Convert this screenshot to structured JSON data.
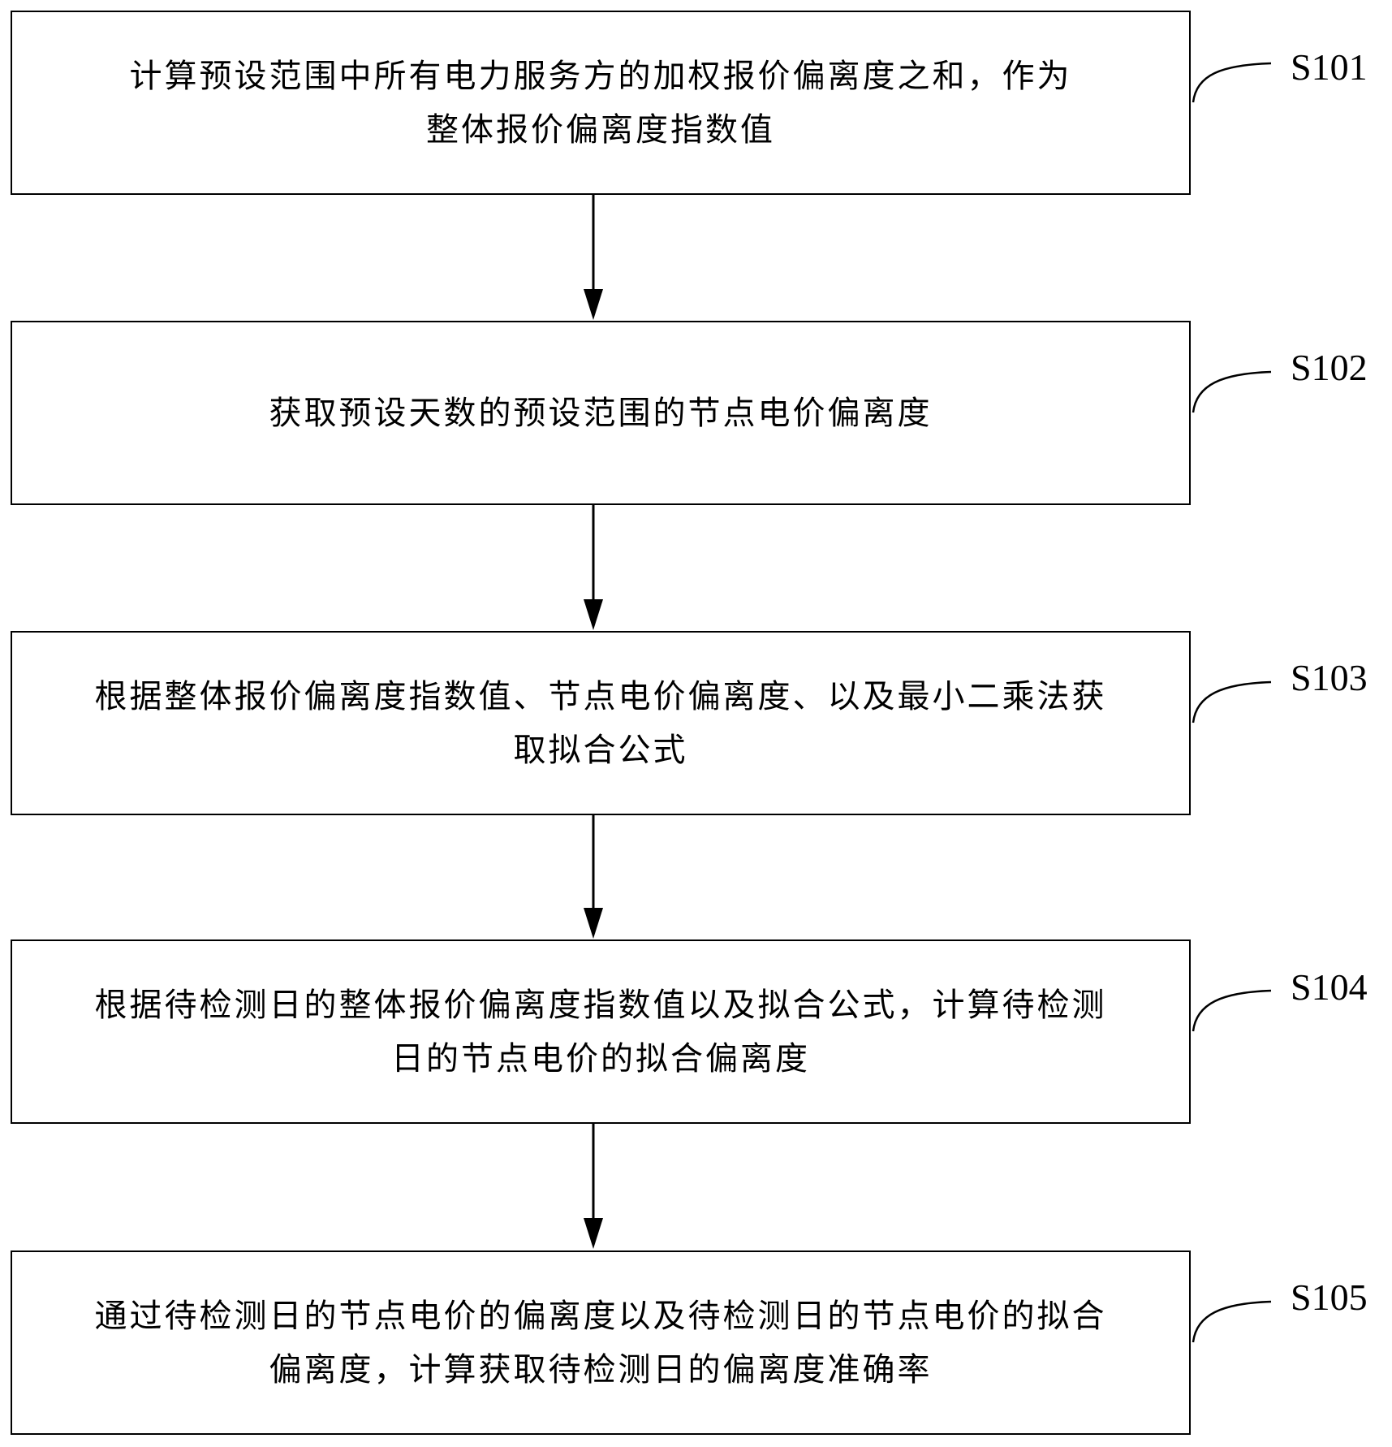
{
  "diagram": {
    "steps": [
      {
        "id": "S101",
        "label": "S101",
        "text": "计算预设范围中所有电力服务方的加权报价偏离度之和，作为\n整体报价偏离度指数值"
      },
      {
        "id": "S102",
        "label": "S102",
        "text": "获取预设天数的预设范围的节点电价偏离度"
      },
      {
        "id": "S103",
        "label": "S103",
        "text": "根据整体报价偏离度指数值、节点电价偏离度、以及最小二乘法获\n取拟合公式"
      },
      {
        "id": "S104",
        "label": "S104",
        "text": "根据待检测日的整体报价偏离度指数值以及拟合公式，计算待检测\n日的节点电价的拟合偏离度"
      },
      {
        "id": "S105",
        "label": "S105",
        "text": "通过待检测日的节点电价的偏离度以及待检测日的节点电价的拟合\n偏离度，计算获取待检测日的偏离度准确率"
      }
    ],
    "colors": {
      "stroke": "#000000",
      "background": "#ffffff"
    }
  }
}
